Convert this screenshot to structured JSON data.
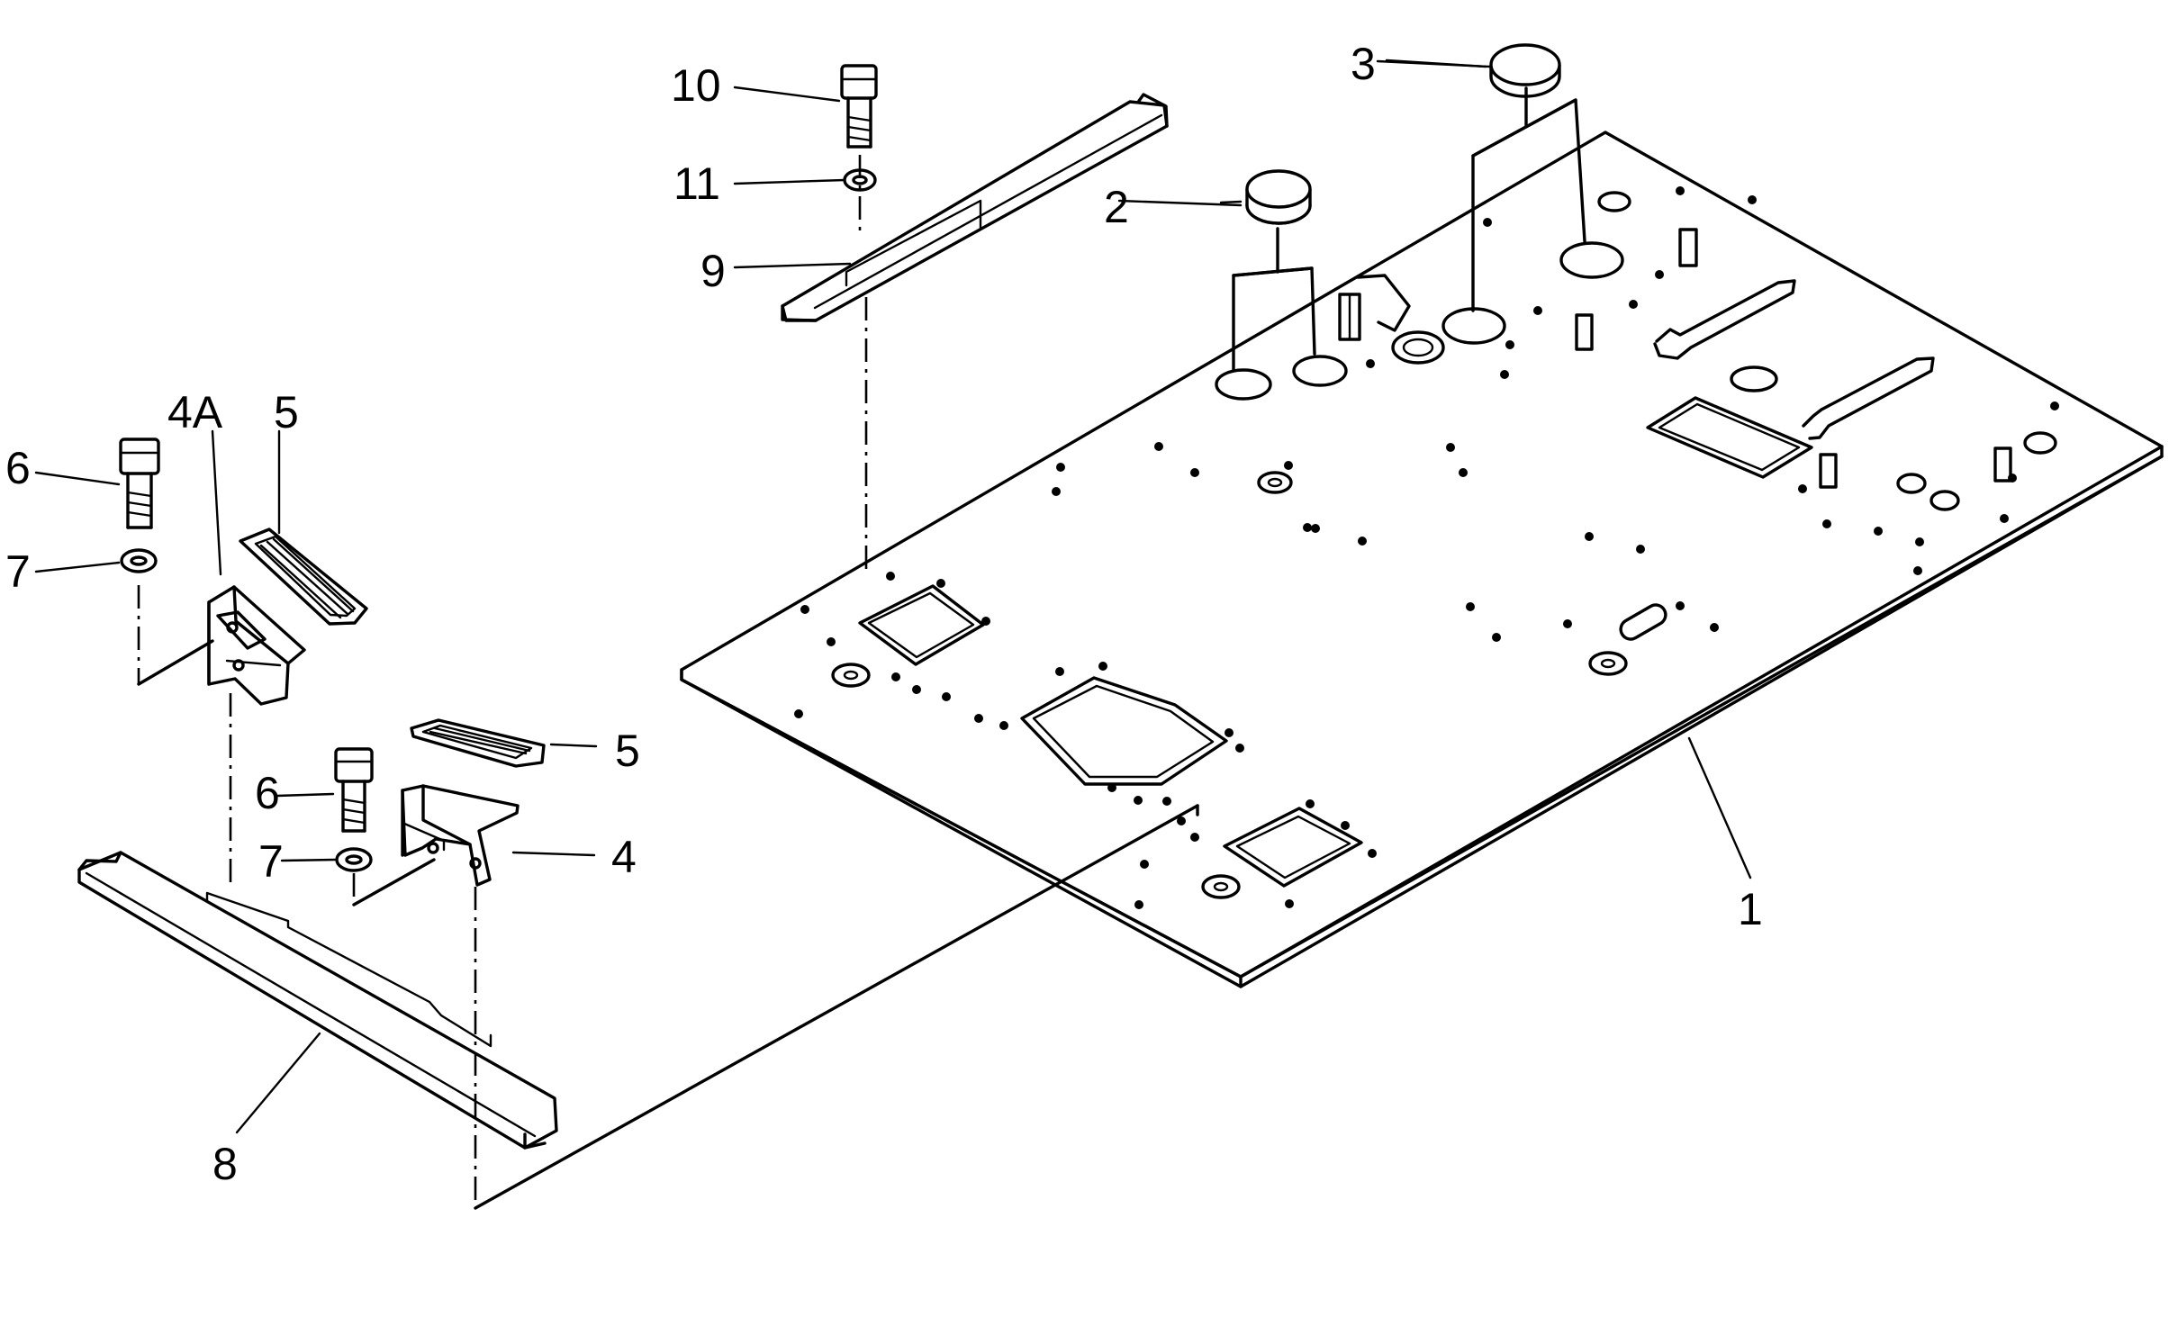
{
  "diagram": {
    "callouts": [
      {
        "id": "c1",
        "text": "1"
      },
      {
        "id": "c2",
        "text": "2"
      },
      {
        "id": "c3",
        "text": "3"
      },
      {
        "id": "c4",
        "text": "4"
      },
      {
        "id": "c4a",
        "text": "4A"
      },
      {
        "id": "c5a",
        "text": "5"
      },
      {
        "id": "c5b",
        "text": "5"
      },
      {
        "id": "c6a",
        "text": "6"
      },
      {
        "id": "c6b",
        "text": "6"
      },
      {
        "id": "c7a",
        "text": "7"
      },
      {
        "id": "c7b",
        "text": "7"
      },
      {
        "id": "c8",
        "text": "8"
      },
      {
        "id": "c9",
        "text": "9"
      },
      {
        "id": "c10",
        "text": "10"
      },
      {
        "id": "c11",
        "text": "11"
      }
    ]
  }
}
